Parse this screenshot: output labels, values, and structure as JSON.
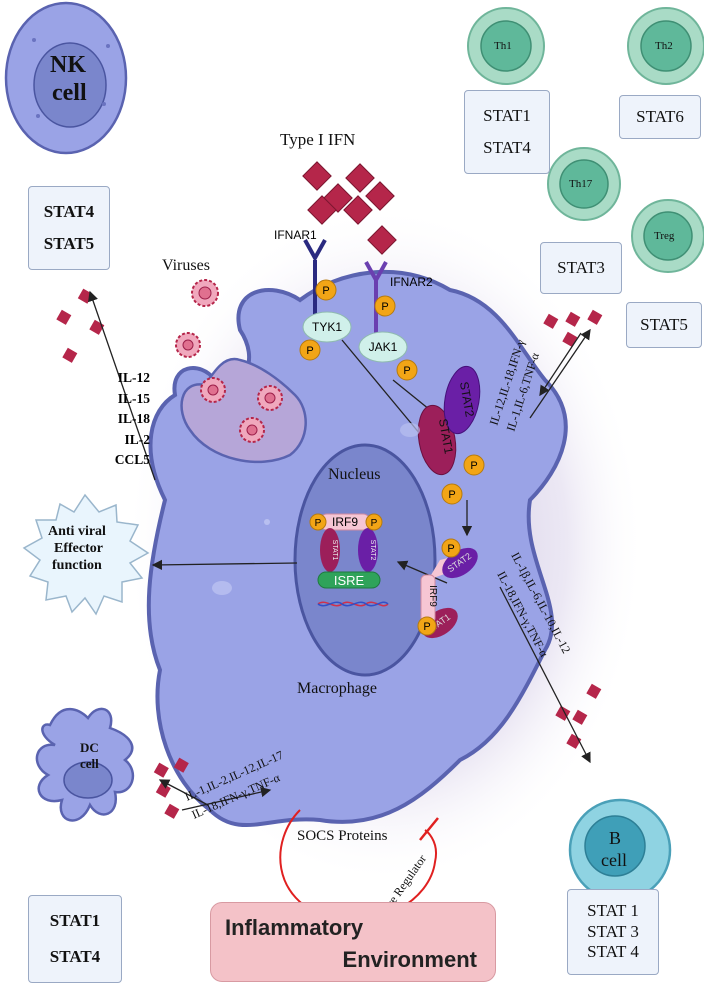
{
  "nk": {
    "line1": "NK",
    "line2": "cell",
    "stats": [
      "STAT4",
      "STAT5"
    ]
  },
  "nk_cytokines": [
    "IL-12",
    "IL-15",
    "IL-18",
    "IL-2",
    "CCL5"
  ],
  "th_cells": [
    {
      "label": "Th1",
      "stats": [
        "STAT1",
        "STAT4"
      ]
    },
    {
      "label": "Th2",
      "stats": [
        "STAT6"
      ]
    },
    {
      "label": "Th17",
      "stats": [
        "STAT3"
      ]
    },
    {
      "label": "Treg",
      "stats": [
        "STAT5"
      ]
    }
  ],
  "type1_ifn": "Type I IFN",
  "ifnar1": "IFNAR1",
  "ifnar2": "IFNAR2",
  "tyk": "TYK1",
  "jak": "JAK1",
  "phospho": "P",
  "viruses": "Viruses",
  "stat1": "STAT1",
  "stat2": "STAT2",
  "irf9": "IRF9",
  "nucleus": "Nucleus",
  "isre": "ISRE",
  "macrophage": "Macrophage",
  "antiviral": {
    "line1": "Anti viral",
    "line2": "Effector",
    "line3": "function"
  },
  "th_cytokines": {
    "line1": "IL-12,IL-18,IFN-γ",
    "line2": "IL-1,IL-6,TNF-α"
  },
  "b_cytokines": {
    "line1": "IL-1β,IL-6,IL-10,IL-12",
    "line2": "IL-18,IFN-γ,TNF-α"
  },
  "dc_cytokines": {
    "line1": "IL-1,IL-2,IL-12,IL-17",
    "line2": "IL-18,IFN-γ,TNF-α"
  },
  "dc": {
    "line1": "DC",
    "line2": "cell",
    "stats": [
      "STAT1",
      "STAT4"
    ]
  },
  "bcell": {
    "line1": "B",
    "line2": "cell",
    "stats": [
      "STAT 1",
      "STAT 3",
      "STAT 4"
    ]
  },
  "socs": "SOCS Proteins",
  "negative_regulator": "Negative Regulator",
  "inflammatory": {
    "line1": "Inflammatory",
    "line2": "Environment"
  },
  "colors": {
    "cytoplasm": "#9aa3e6",
    "nucleus": "#7a86cc",
    "ifn": "#b5264a",
    "stat1": "#9c1f5a",
    "stat2": "#6a1fa6",
    "phospho": "#f2a516",
    "th": "#5fb89a",
    "bcell": "#5ab3c9",
    "inflammatory": "#f4c2c8"
  }
}
